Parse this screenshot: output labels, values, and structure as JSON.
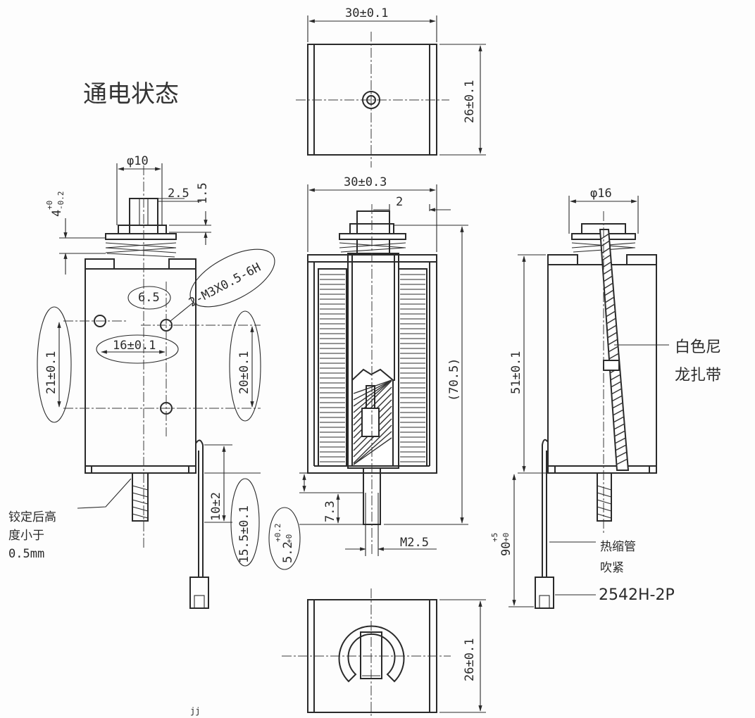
{
  "title": "通电状态",
  "top_view": {
    "width": "30±0.1",
    "height": "26±0.1"
  },
  "left_view": {
    "dia": "φ10",
    "stroke_tol": "4",
    "stroke_tol_sup": "+0",
    "stroke_tol_sub": "-0.2",
    "d25": "2.5",
    "d15": "1.5",
    "thread": "2-M3X0.5-6H",
    "d65": "6.5",
    "spacing16": "16±0.1",
    "h21": "21±0.1",
    "h20": "20±0.1",
    "d10": "10±2",
    "d155": "15.5±0.1",
    "rivet_note": [
      "铰定后高",
      "度小于",
      "0.5mm"
    ]
  },
  "section_view": {
    "width": "30±0.3",
    "d2": "2",
    "len705": "(70.5)",
    "d73": "7.3",
    "m25": "M2.5",
    "d52": "5.2",
    "d52_sup": "+0.2",
    "d52_sub": "+0"
  },
  "right_view": {
    "dia16": "φ16",
    "h51": "51±0.1",
    "cable_tie": [
      "白色尼",
      "龙扎带"
    ],
    "lead": "90",
    "lead_sup": "+5",
    "lead_sub": "+0",
    "shrink": [
      "热缩管",
      "吹紧"
    ],
    "connector": "2542H-2P"
  },
  "bottom_view": {
    "height": "26±0.1"
  },
  "footer_mark": "jj"
}
